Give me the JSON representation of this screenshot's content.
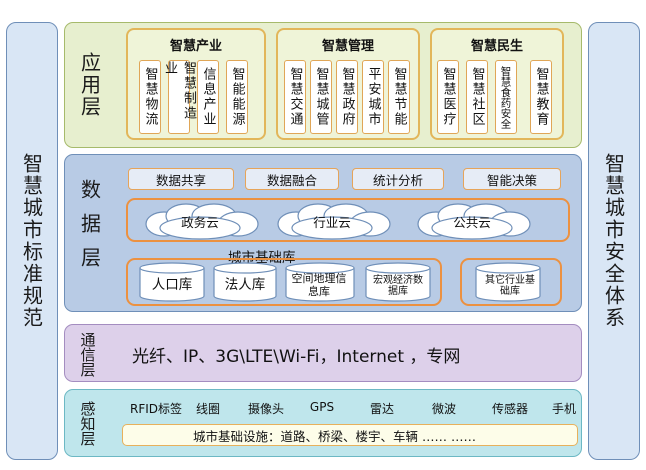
{
  "side_left": "智慧城市标准规范",
  "side_right": "智慧城市安全体系",
  "application_layer": {
    "title": "应用层",
    "groups": [
      {
        "title": "智慧产业",
        "items": [
          "智慧物流",
          "智慧制造业",
          "信息产业",
          "智能能源"
        ]
      },
      {
        "title": "智慧管理",
        "items": [
          "智慧交通",
          "智慧城管",
          "智慧政府",
          "平安城市",
          "智慧节能"
        ]
      },
      {
        "title": "智慧民生",
        "items": [
          "智慧医疗",
          "智慧社区",
          "智慧食药安全",
          "智慧教育"
        ]
      }
    ]
  },
  "data_layer": {
    "title": "数据层",
    "functions": [
      "数据共享",
      "数据融合",
      "统计分析",
      "智能决策"
    ],
    "clouds": [
      "政务云",
      "行业云",
      "公共云"
    ],
    "base_db_title": "城市基础库",
    "databases": [
      "人口库",
      "法人库",
      "空间地理信息库",
      "宏观经济数据库"
    ],
    "other_db": "其它行业基础库"
  },
  "communication_layer": {
    "title": "通信层",
    "text": "光纤、IP、3G\\LTE\\Wi-Fi，Internet ，专网"
  },
  "sensing_layer": {
    "title": "感知层",
    "devices": [
      "RFID标签",
      "线圈",
      "摄像头",
      "GPS",
      "雷达",
      "微波",
      "传感器",
      "手机"
    ],
    "infrastructure": "城市基础设施：道路、桥梁、楼宇、车辆   ……   ……"
  }
}
